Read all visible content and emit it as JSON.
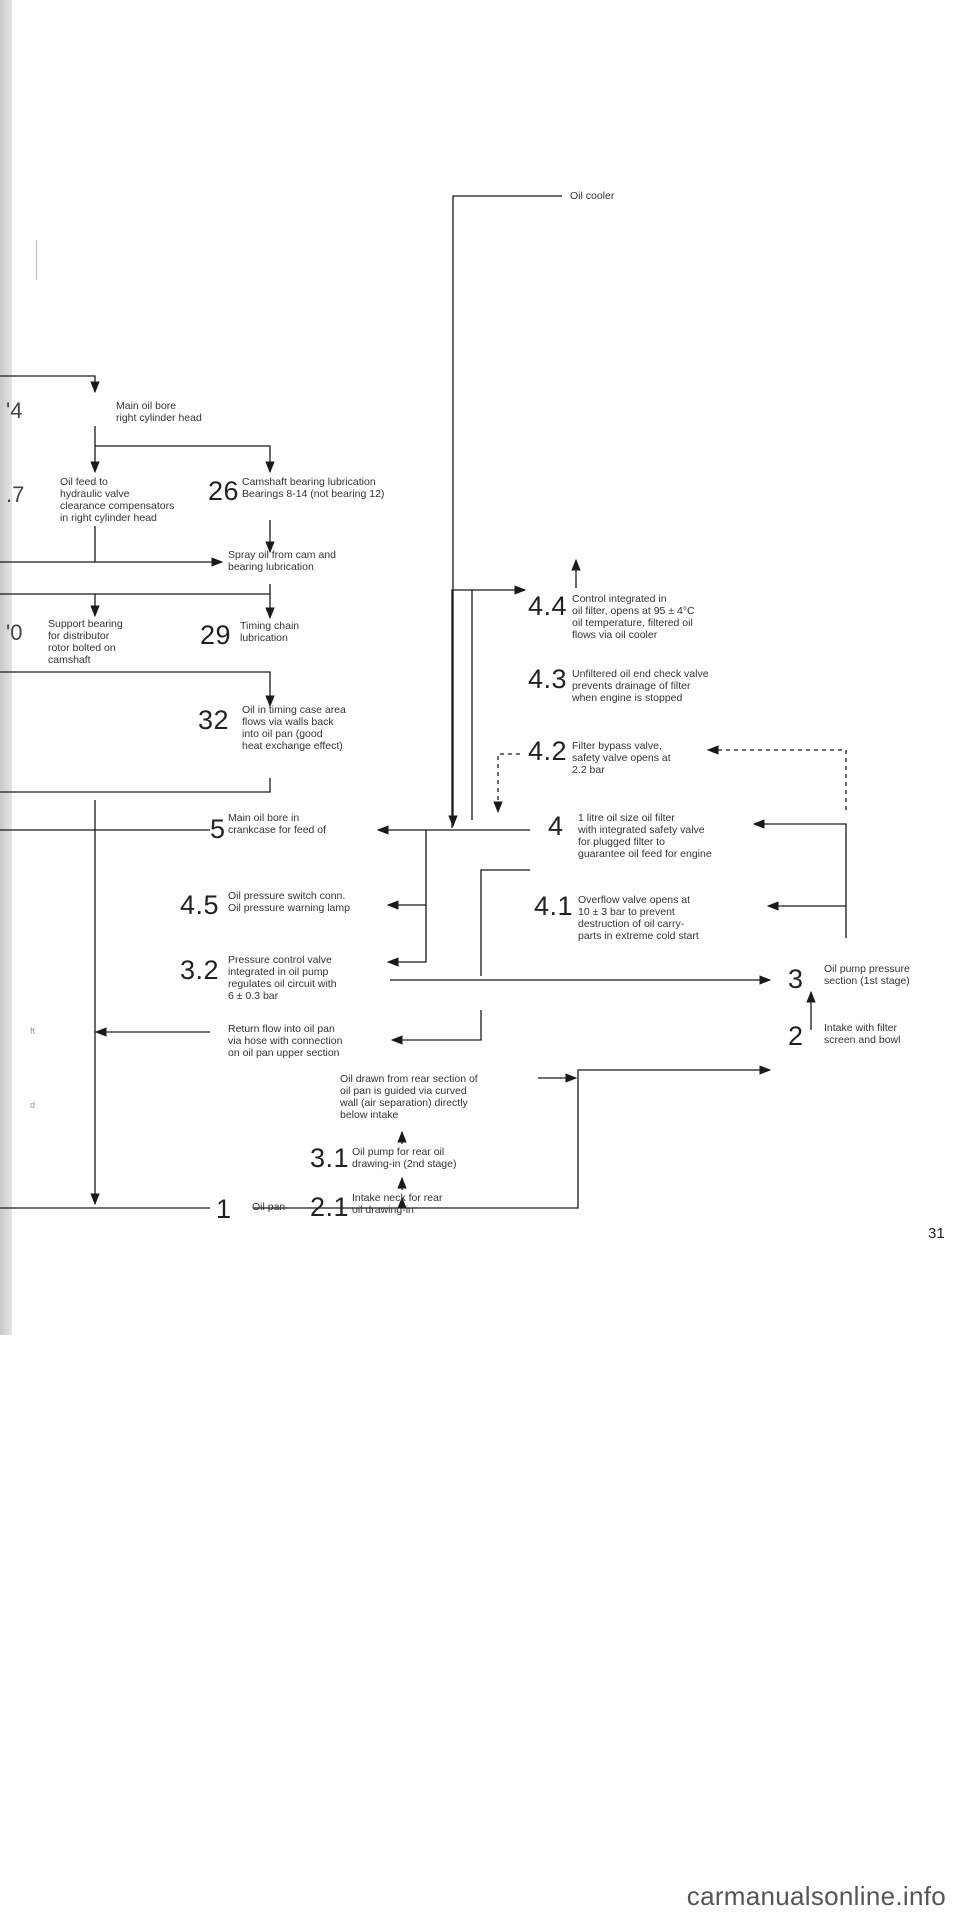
{
  "edge_numbers": [
    "'4",
    ".7",
    "'0"
  ],
  "edge_fragments": [
    "ft",
    "d"
  ],
  "nodes": {
    "main_oil_bore_right_head": {
      "label": "Main oil bore\nright cylinder head"
    },
    "n27": {
      "label": "Oil feed to\nhydraulic valve\nclearance compensators\nin right cylinder head"
    },
    "n26": {
      "num": "26",
      "label": "Camshaft bearing lubrication\nBearings 8-14 (not bearing 12)"
    },
    "spray_oil": {
      "label": "Spray oil from cam and\nbearing lubrication"
    },
    "n30": {
      "label": "Support bearing\nfor distributor\nrotor bolted on\ncamshaft"
    },
    "n29": {
      "num": "29",
      "label": "Timing chain\nlubrication"
    },
    "n32": {
      "num": "32",
      "label": "Oil in timing case area\nflows via walls back\ninto oil pan (good\nheat exchange effect)"
    },
    "n5": {
      "num": "5",
      "label": "Main oil bore in\ncrankcase for feed of"
    },
    "n4_5": {
      "num": "4.5",
      "label": "Oil pressure switch conn.\nOil pressure warning lamp"
    },
    "n3_2": {
      "num": "3.2",
      "label": "Pressure control valve\nintegrated in oil pump\nregulates oil circuit with\n6 ± 0.3 bar"
    },
    "return_flow": {
      "label": "Return flow into oil pan\nvia hose with connection\non oil pan upper section"
    },
    "oil_drawn": {
      "label": "Oil drawn from rear section of\noil pan is guided via curved\nwall (air separation) directly\nbelow intake"
    },
    "n3_1": {
      "num": "3.1",
      "label": "Oil pump for rear oil\ndrawing-in (2nd stage)"
    },
    "n2_1": {
      "num": "2.1",
      "label": "Intake neck for rear\noil drawing-in"
    },
    "n1": {
      "num": "1",
      "label": "Oil pan"
    },
    "oil_cooler": {
      "label": "Oil cooler"
    },
    "n4_4": {
      "num": "4.4",
      "label": "Control integrated in\noil filter, opens at 95 ± 4°C\noil temperature, filtered oil\nflows via oil cooler"
    },
    "n4_3": {
      "num": "4.3",
      "label": "Unfiltered oil end check valve\nprevents drainage of filter\nwhen engine is stopped"
    },
    "n4_2": {
      "num": "4.2",
      "label": "Filter bypass valve,\nsafety valve opens at\n2.2 bar"
    },
    "n4": {
      "num": "4",
      "label": "1 litre oil size oil filter\nwith integrated safety valve\nfor plugged filter to\nguarantee oil feed for engine"
    },
    "n4_1": {
      "num": "4.1",
      "label": "Overflow valve opens at\n10 ± 3 bar to prevent\ndestruction of oil carry-\nparts in extreme cold start"
    },
    "n3": {
      "num": "3",
      "label": "Oil pump pressure\nsection (1st stage)"
    },
    "n2": {
      "num": "2",
      "label": "Intake with filter\nscreen and bowl"
    }
  },
  "page_number": "31",
  "watermark": "carmanualsonline.info",
  "colors": {
    "line": "#1a1a1a",
    "text": "#222222",
    "binding": "#cfcfcf"
  }
}
